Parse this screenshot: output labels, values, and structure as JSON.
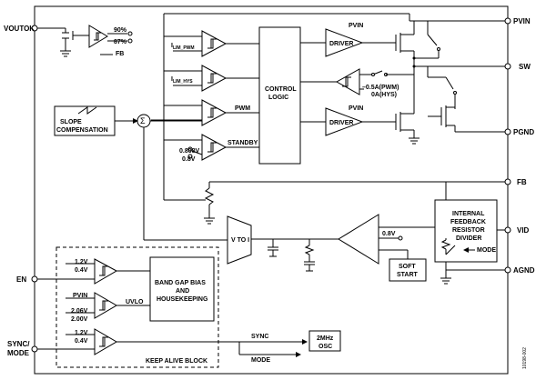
{
  "pins": {
    "vout_ok": "VOUTOK",
    "pvin": "PVIN",
    "sw": "SW",
    "pgnd": "PGND",
    "fb": "FB",
    "vid": "VID",
    "agnd": "AGND",
    "en": "EN",
    "sync_mode_1": "SYNC/",
    "sync_mode_2": "MODE"
  },
  "blocks": {
    "slope_comp_1": "SLOPE",
    "slope_comp_2": "COMPENSATION",
    "control_logic_1": "CONTROL",
    "control_logic_2": "LOGIC",
    "driver_top": "DRIVER",
    "driver_bottom": "DRIVER",
    "v_to_i": "V TO I",
    "feedback_1": "INTERNAL",
    "feedback_2": "FEEDBACK",
    "feedback_3": "RESISTOR",
    "feedback_4": "DIVIDER",
    "mode_arrow": "MODE",
    "soft_start_1": "SOFT",
    "soft_start_2": "START",
    "bandgap_1": "BAND GAP BIAS",
    "bandgap_2": "AND",
    "bandgap_3": "HOUSEKEEPING",
    "osc_1": "2MHz",
    "osc_2": "OSC",
    "keep_alive": "KEEP ALIVE BLOCK"
  },
  "labels": {
    "pct_90": "90%",
    "pct_87": "87%",
    "fb_small": "FB",
    "ilim_pwm_main": "I",
    "ilim_pwm_sub": "LIM_PWM",
    "ilim_hys_main": "I",
    "ilim_hys_sub": "LIM_HYS",
    "pwm": "PWM",
    "standby": "STANDBY",
    "v0808": "0.808V",
    "v08a": "0.8V",
    "pvin_top": "PVIN",
    "pvin_bottom": "PVIN",
    "neg_current": "–0.5A(PWM)",
    "zero_current": "0A(HYS)",
    "v08b": "0.8V",
    "en_12": "1.2V",
    "en_04": "0.4V",
    "uvlo_pvin": "PVIN",
    "uvlo_206": "2.06V",
    "uvlo_200": "2.00V",
    "uvlo": "UVLO",
    "sync_12": "1.2V",
    "sync_04": "0.4V",
    "sync": "SYNC",
    "mode": "MODE",
    "sigma": "Σ",
    "figure_id": "10198-002"
  }
}
